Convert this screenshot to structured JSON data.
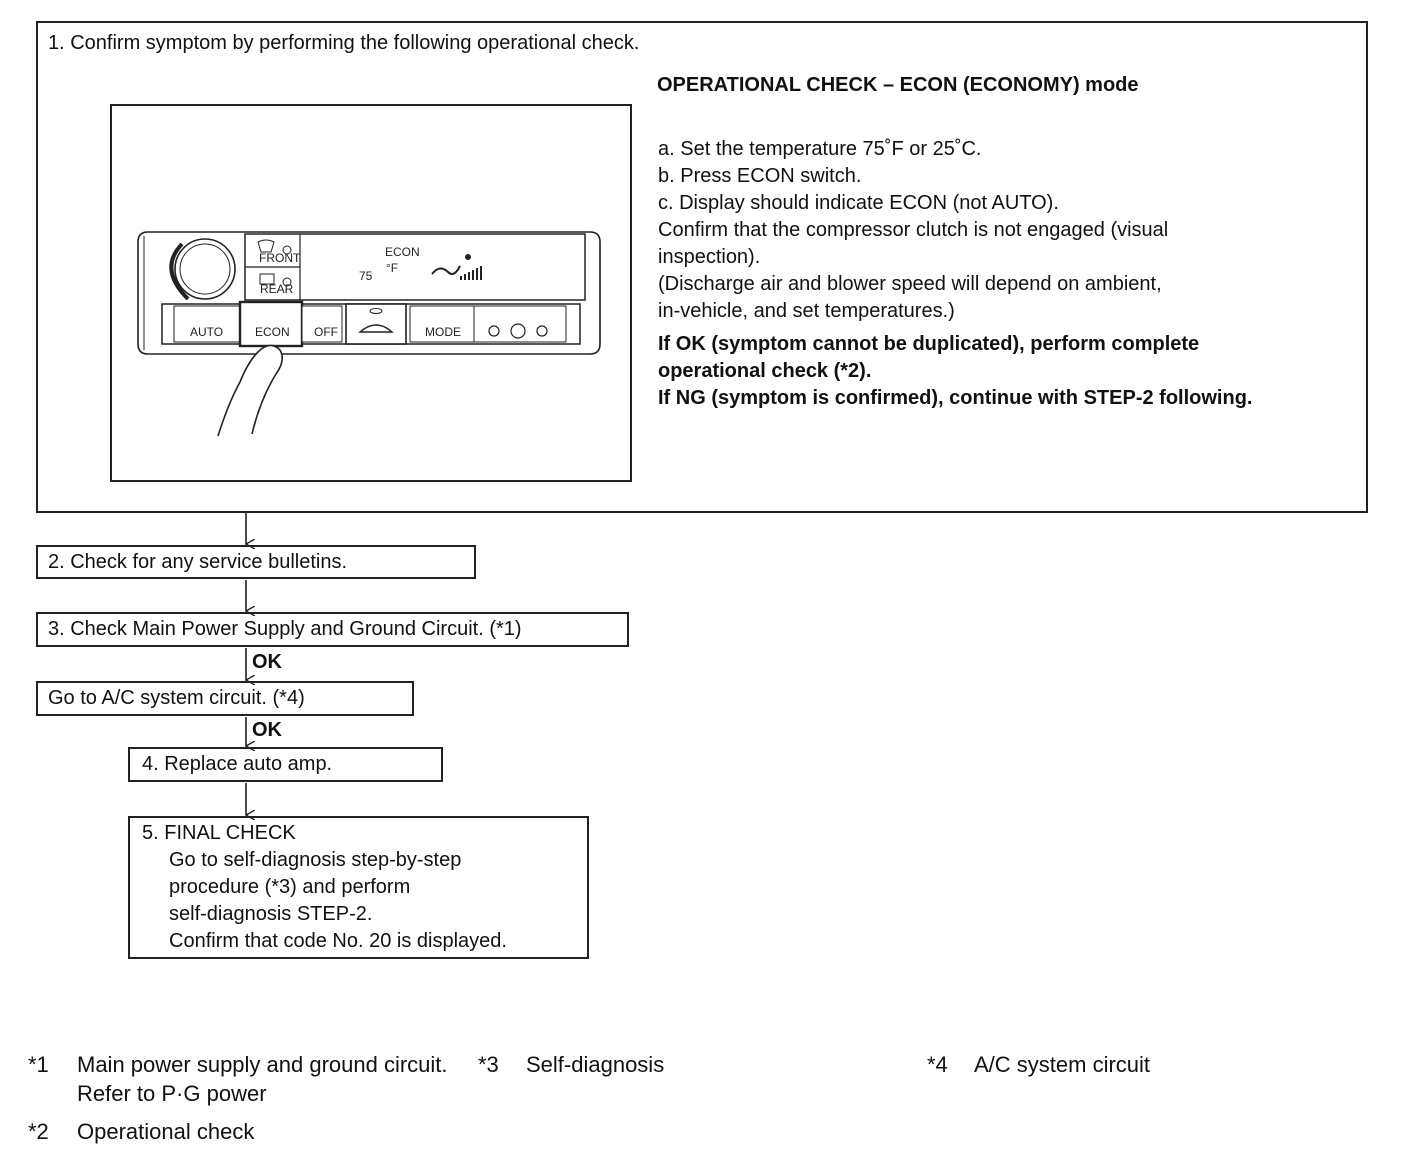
{
  "step1": {
    "title": "1. Confirm symptom by performing the following operational check.",
    "heading": "OPERATIONAL CHECK – ECON (ECONOMY) mode",
    "lines": [
      "a. Set the temperature 75˚F or 25˚C.",
      "b. Press ECON switch.",
      "c. Display should indicate ECON (not AUTO).",
      "Confirm that the compressor clutch is not engaged (visual",
      "inspection).",
      "(Discharge air and blower speed will depend on ambient,",
      "in-vehicle, and set temperatures.)"
    ],
    "bold_lines": [
      "If OK (symptom cannot be duplicated), perform complete",
      "operational check (*2).",
      "If NG (symptom is confirmed), continue with STEP-2 following."
    ]
  },
  "panel": {
    "front_label": "FRONT",
    "rear_label": "REAR",
    "econ_display": "ECON",
    "temp_value": "75",
    "temp_unit": "°F",
    "buttons": [
      "AUTO",
      "ECON",
      "OFF",
      "MODE"
    ]
  },
  "step2": "2. Check for any service bulletins.",
  "step3": "3. Check Main Power Supply and Ground Circuit. (*1)",
  "ok1": "OK",
  "goto_ac": "Go to A/C system circuit. (*4)",
  "ok2": "OK",
  "step4": "4. Replace auto amp.",
  "step5": {
    "title": "5. FINAL CHECK",
    "lines": [
      "Go to self-diagnosis step-by-step",
      "procedure (*3) and perform",
      "self-diagnosis STEP-2.",
      "Confirm that code No. 20 is displayed."
    ]
  },
  "footnotes": {
    "n1_mark": "*1",
    "n1_text": "Main power supply and ground circuit.",
    "n1_text2": "Refer to P·G power",
    "n2_mark": "*2",
    "n2_text": "Operational check",
    "n3_mark": "*3",
    "n3_text": "Self-diagnosis",
    "n4_mark": "*4",
    "n4_text": "A/C system circuit"
  }
}
